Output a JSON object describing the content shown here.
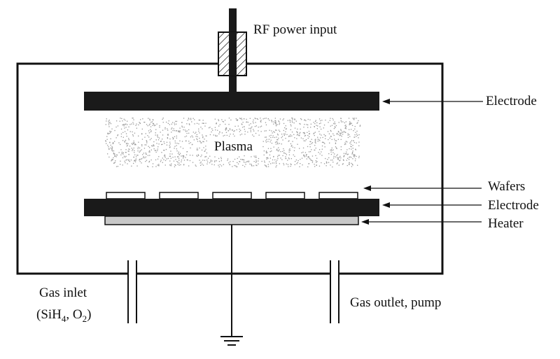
{
  "labels": {
    "rf_power_input": "RF power input",
    "top_electrode": "Electrode",
    "plasma": "Plasma",
    "wafers": "Wafers",
    "bottom_electrode": "Electrode",
    "heater": "Heater",
    "gas_inlet_line1": "Gas inlet",
    "gas_inlet_line2_prefix": "(SiH",
    "gas_inlet_sub1": "4",
    "gas_inlet_mid": ", O",
    "gas_inlet_sub2": "2",
    "gas_inlet_suffix": ")",
    "gas_outlet": "Gas outlet, pump"
  },
  "wafer_count": 5,
  "colors": {
    "electrode": "#1a1a1a",
    "heater": "#c8c8c8",
    "plasma_dots": "#9a9a9a",
    "line": "#111111",
    "insulator_hatch": "#111111"
  }
}
